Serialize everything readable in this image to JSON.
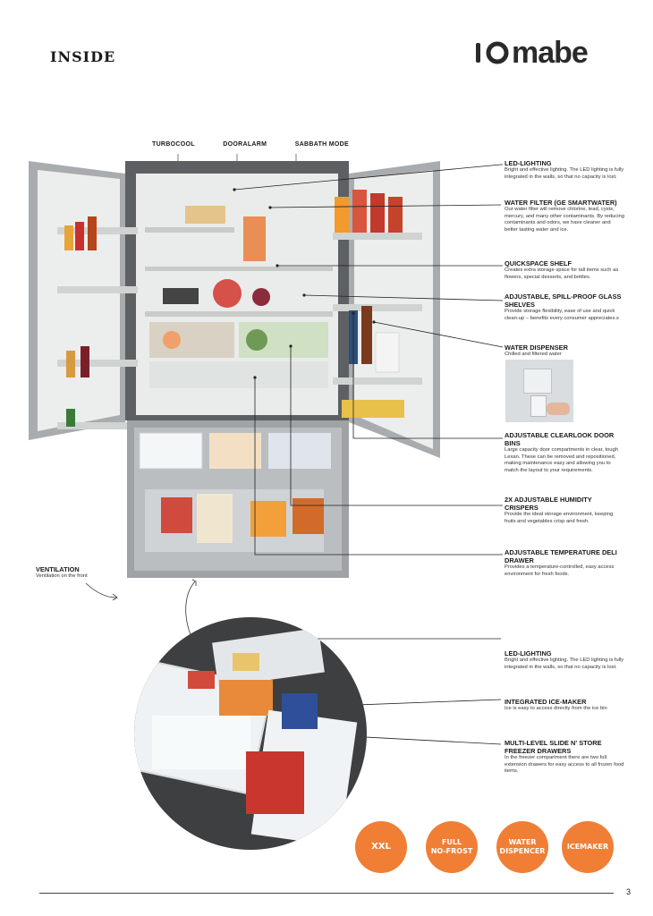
{
  "header": {
    "section_title": "INSIDE",
    "brand_logo": "mabe"
  },
  "fridge": {
    "top_labels": [
      "TURBOCOOL",
      "DOORALARM",
      "SABBATH MODE"
    ]
  },
  "features_main": [
    {
      "title": "LED-LIGHTING",
      "desc": "Bright and effective lighting. The LED lighting is fully integrated in the walls, so that no capacity is lost."
    },
    {
      "title": "WATER FILTER (GE SMARTWATER)",
      "desc": "Our water filter will remove chlorine, lead, cysts, mercury, and many other contaminants. By reducing contaminants and odors, we have cleaner and better tasting water and ice."
    },
    {
      "title": "QUICKSPACE SHELF",
      "desc": "Creates extra storage space for tall items such as flowers, special desserts, and bottles."
    },
    {
      "title": "ADJUSTABLE, SPILL-PROOF GLASS SHELVES",
      "desc": "Provide storage flexibility, ease of use and quick clean-up – benefits every consumer appreciates.s"
    },
    {
      "title": "WATER DISPENSER",
      "desc": "Chilled and filtered water"
    },
    {
      "title": "ADJUSTABLE CLEARLOOK DOOR BINS",
      "desc": "Large capacity door compartments in clear, tough Lexan. These can be removed and repositioned, making maintenance easy and allowing you to match the layout to your requirements."
    },
    {
      "title": "2X ADJUSTABLE HUMIDITY CRISPERS",
      "desc": "Provide the ideal storage environment, keeping fruits and vegetables crisp and fresh."
    },
    {
      "title": "ADJUSTABLE TEMPERATURE DELI DRAWER",
      "desc": "Provides a temperature-controlled, easy access environment for fresh foods."
    }
  ],
  "ventilation": {
    "title": "VENTILATION",
    "desc": "Ventilation on the front"
  },
  "features_zoom": [
    {
      "title": "LED-LIGHTING",
      "desc": "Bright and effective lighting. The LED lighting is fully integrated in the walls, so that no capacity is lost."
    },
    {
      "title": "INTEGRATED ICE-MAKER",
      "desc": "Ice is easy to access directly from the ice bin"
    },
    {
      "title": "MULTI-LEVEL SLIDE N' STORE FREEZER DRAWERS",
      "desc": "In the freezer compartment there are two full extension drawers for easy access to all frozen food items."
    }
  ],
  "badges": [
    "XXL",
    "FULL\nNO-FROST",
    "WATER\nDISPENCER",
    "ICEMAKER"
  ],
  "footer": {
    "page_number": "3"
  },
  "colors": {
    "accent": "#f07f35",
    "text": "#1a1a1a",
    "steel": "#8a8d90"
  }
}
